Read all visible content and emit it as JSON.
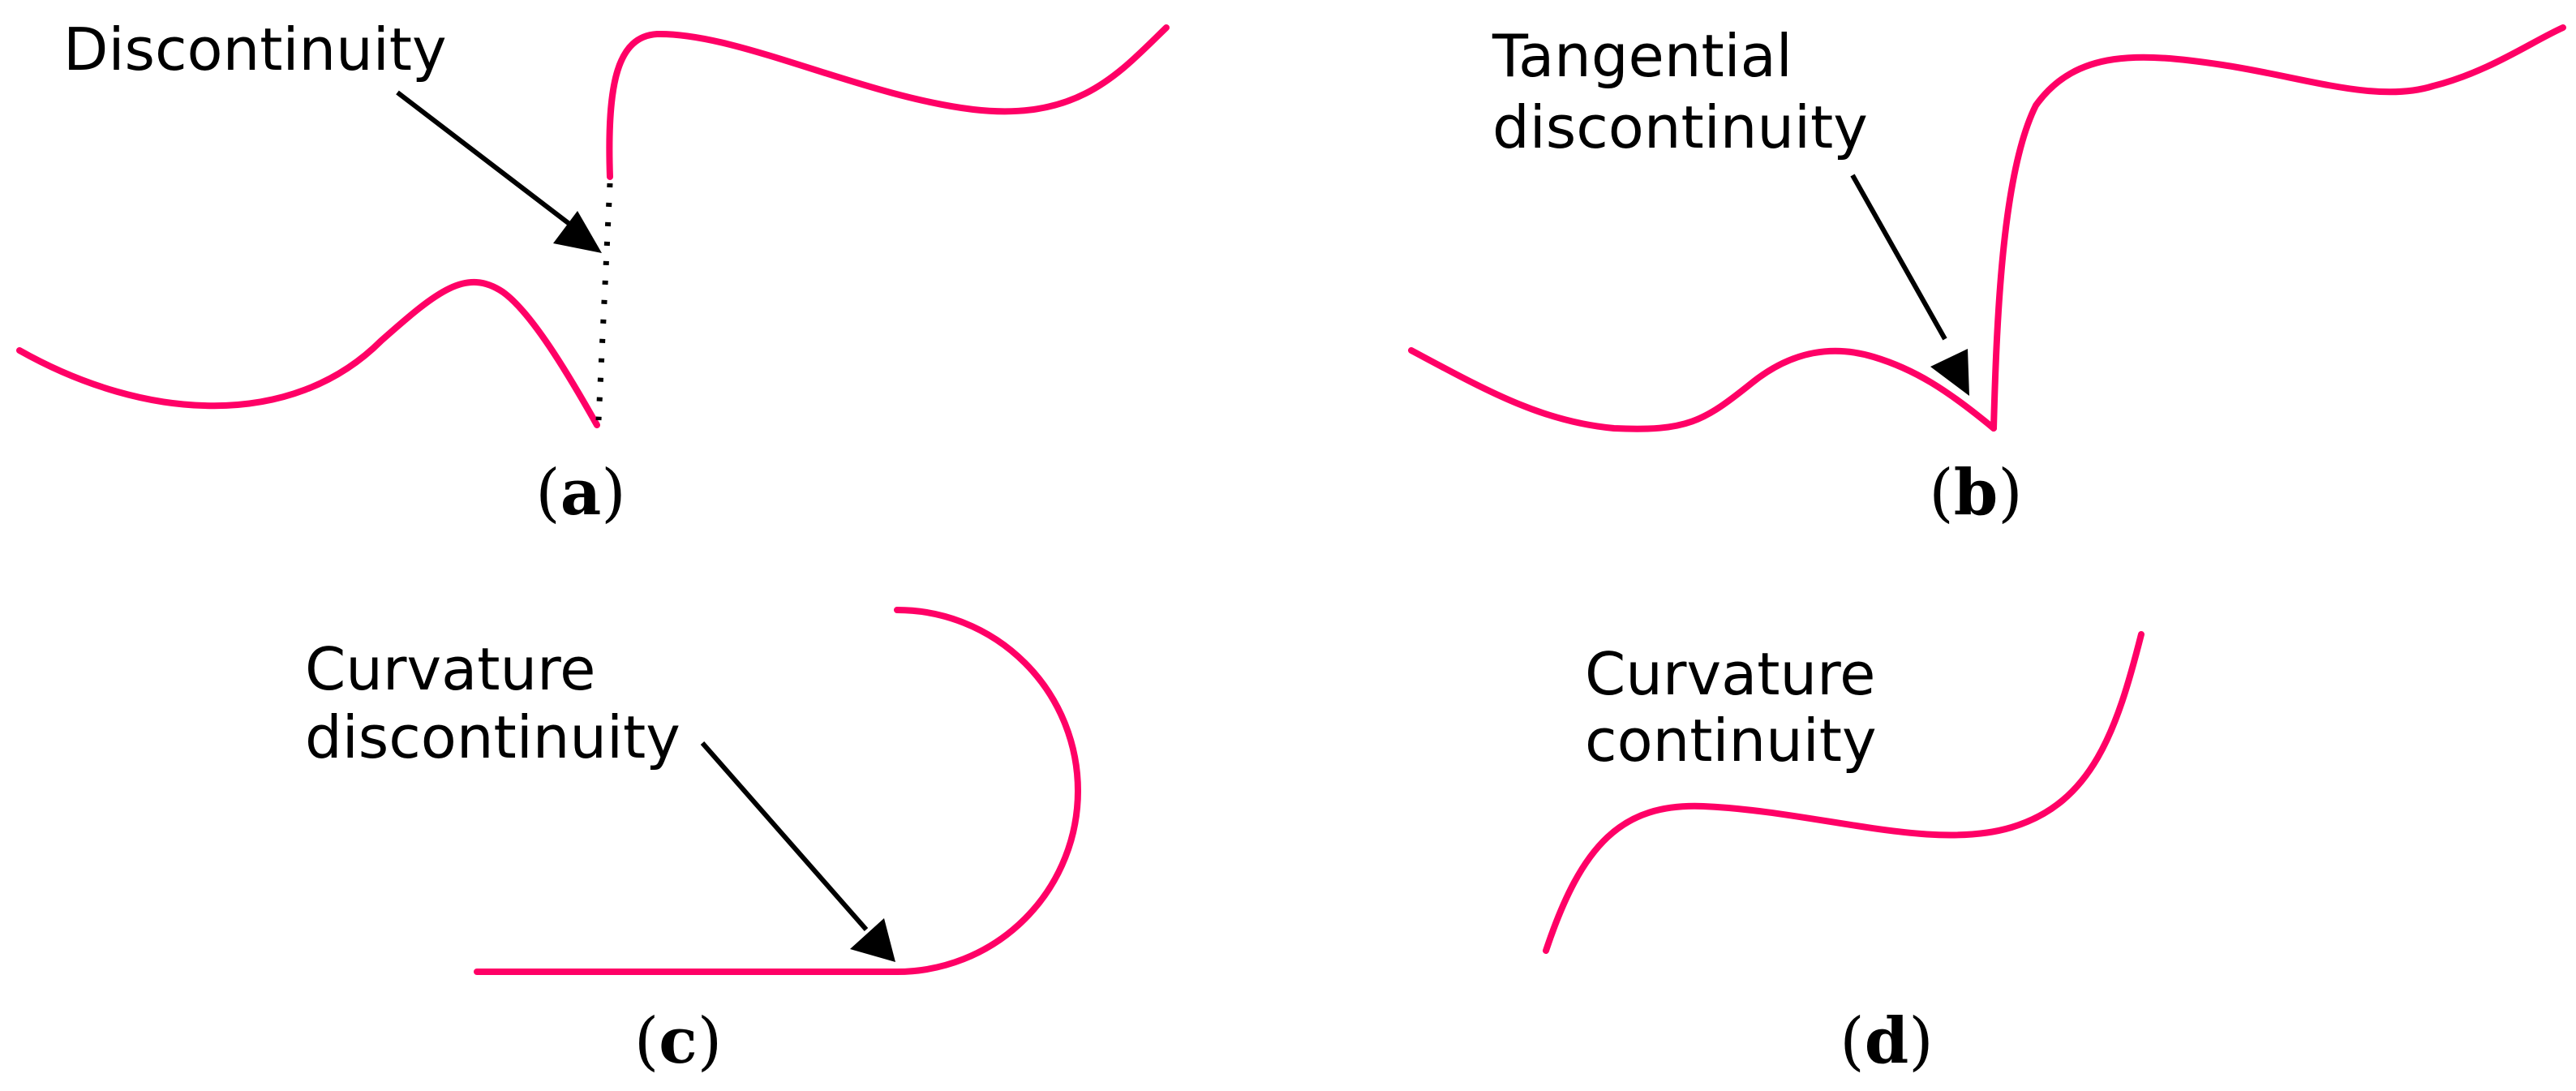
{
  "panels": {
    "a": {
      "caption_open": "(",
      "caption_letter": "a",
      "caption_close": ")",
      "label_line1": "Discontinuity"
    },
    "b": {
      "caption_open": "(",
      "caption_letter": "b",
      "caption_close": ")",
      "label_line1": "Tangential",
      "label_line2": "discontinuity"
    },
    "c": {
      "caption_open": "(",
      "caption_letter": "c",
      "caption_close": ")",
      "label_line1": "Curvature",
      "label_line2": "discontinuity"
    },
    "d": {
      "caption_open": "(",
      "caption_letter": "d",
      "caption_close": ")",
      "label_line1": "Curvature",
      "label_line2": "continuity"
    }
  },
  "colors": {
    "curve": "#ff0066",
    "annotation": "#000000",
    "background": "#ffffff"
  }
}
